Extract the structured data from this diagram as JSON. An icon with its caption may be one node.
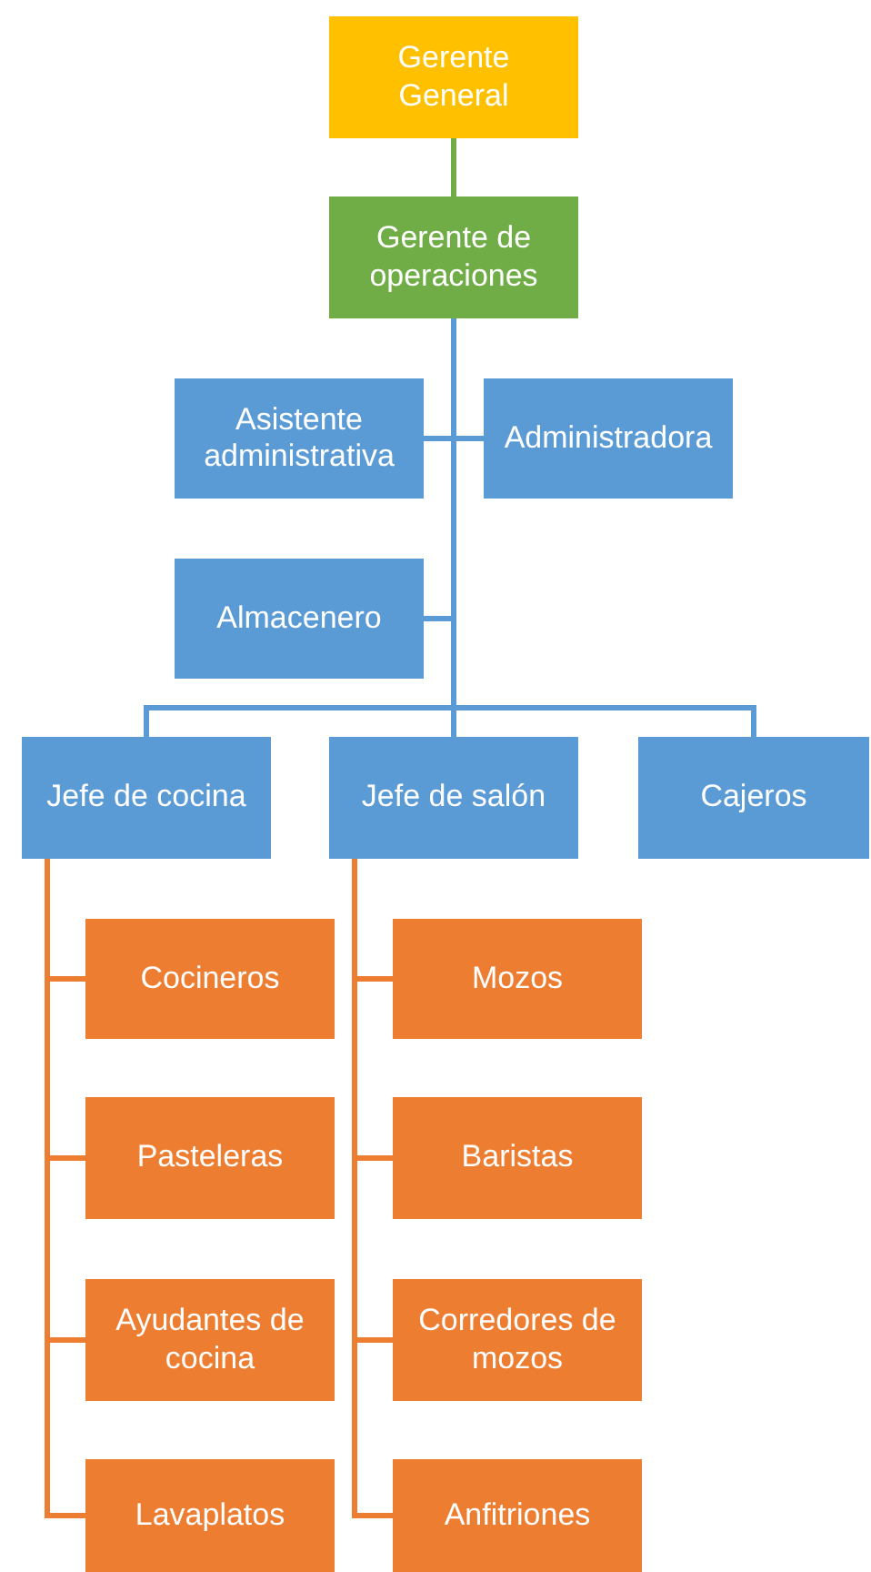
{
  "diagram": {
    "nodes": [
      {
        "text": [
          "Gerente General"
        ]
      },
      {
        "text": [
          "Gerente de operaciones"
        ]
      },
      {
        "text": [
          "Asistente administrativa"
        ]
      },
      {
        "text": [
          "Administradora"
        ]
      },
      {
        "text": [
          "Almacenero"
        ]
      },
      {
        "text": [
          "Jefe de cocina"
        ]
      },
      {
        "text": [
          "Jefe de salón"
        ]
      },
      {
        "text": [
          "Cajeros"
        ]
      },
      {
        "text": [
          "Cocineros"
        ]
      },
      {
        "text": [
          "Pasteleras"
        ]
      },
      {
        "text": [
          "Ayudantes de cocina"
        ]
      },
      {
        "text": [
          "Lavaplatos"
        ]
      },
      {
        "text": [
          "Mozos"
        ]
      },
      {
        "text": [
          "Baristas"
        ]
      },
      {
        "text": [
          "Corredores de mozos"
        ]
      },
      {
        "text": [
          "Anfitriones"
        ]
      }
    ],
    "edges": [
      {
        "from": 0,
        "to": 1,
        "arrow": "none",
        "color": "#70ad47"
      },
      {
        "from": 1,
        "to": 2,
        "arrow": "none",
        "color": "#5b9bd5"
      },
      {
        "from": 1,
        "to": 3,
        "arrow": "none",
        "color": "#5b9bd5"
      },
      {
        "from": 1,
        "to": 4,
        "arrow": "none",
        "color": "#5b9bd5"
      },
      {
        "from": 1,
        "to": 5,
        "arrow": "none",
        "color": "#5b9bd5"
      },
      {
        "from": 1,
        "to": 6,
        "arrow": "none",
        "color": "#5b9bd5"
      },
      {
        "from": 1,
        "to": 7,
        "arrow": "none",
        "color": "#5b9bd5"
      },
      {
        "from": 5,
        "to": 8,
        "arrow": "none"
      },
      {
        "from": 5,
        "to": 9,
        "arrow": "none"
      },
      {
        "from": 5,
        "to": 10,
        "arrow": "none"
      },
      {
        "from": 5,
        "to": 11,
        "arrow": "none"
      },
      {
        "from": 6,
        "to": 12,
        "arrow": "none"
      },
      {
        "from": 6,
        "to": 13,
        "arrow": "none"
      },
      {
        "from": 6,
        "to": 14,
        "arrow": "none"
      },
      {
        "from": 6,
        "to": 15,
        "arrow": "none"
      }
    ]
  }
}
